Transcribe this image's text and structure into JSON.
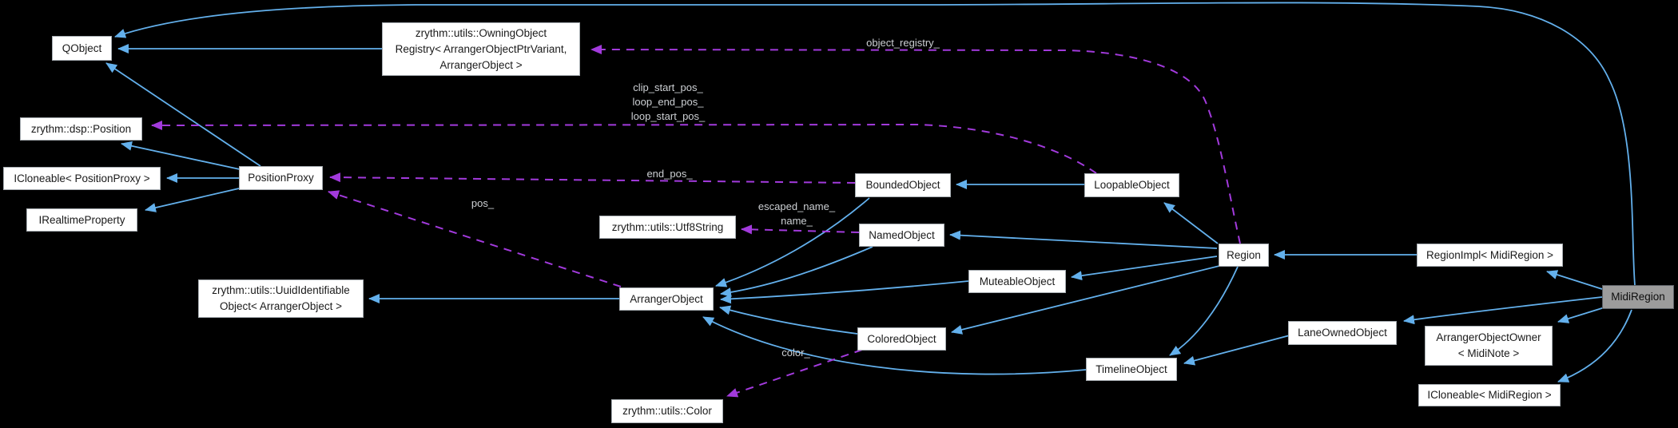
{
  "diagram": {
    "kind": "collaboration-graph",
    "highlighted_node": "MidiRegion",
    "colors": {
      "background": "#000000",
      "node_fill": "#ffffff",
      "node_border": "#a7adb2",
      "node_text": "#1a1a1a",
      "highlight_fill": "#9c9c9c",
      "inheritance_edge": "#63b0ec",
      "usage_edge": "#a23adc",
      "edge_label_text": "#cdd0d4"
    },
    "nodes": [
      {
        "id": "qobject",
        "label": "QObject"
      },
      {
        "id": "owning-object-registry",
        "label": "zrythm::utils::OwningObject\nRegistry< ArrangerObjectPtrVariant,\nArrangerObject >"
      },
      {
        "id": "dsp-position",
        "label": "zrythm::dsp::Position"
      },
      {
        "id": "icloneable-positionproxy",
        "label": "ICloneable< PositionProxy >"
      },
      {
        "id": "irealtimeproperty",
        "label": "IRealtimeProperty"
      },
      {
        "id": "positionproxy",
        "label": "PositionProxy"
      },
      {
        "id": "uuid-identifiable-object",
        "label": "zrythm::utils::UuidIdentifiable\nObject< ArrangerObject >"
      },
      {
        "id": "utf8string",
        "label": "zrythm::utils::Utf8String"
      },
      {
        "id": "arranger-object",
        "label": "ArrangerObject"
      },
      {
        "id": "bounded-object",
        "label": "BoundedObject"
      },
      {
        "id": "named-object",
        "label": "NamedObject"
      },
      {
        "id": "muteable-object",
        "label": "MuteableObject"
      },
      {
        "id": "colored-object",
        "label": "ColoredObject"
      },
      {
        "id": "color",
        "label": "zrythm::utils::Color"
      },
      {
        "id": "loopable-object",
        "label": "LoopableObject"
      },
      {
        "id": "region",
        "label": "Region"
      },
      {
        "id": "timeline-object",
        "label": "TimelineObject"
      },
      {
        "id": "lane-owned-object",
        "label": "LaneOwnedObject"
      },
      {
        "id": "region-impl",
        "label": "RegionImpl< MidiRegion >"
      },
      {
        "id": "midi-region",
        "label": "MidiRegion"
      },
      {
        "id": "arranger-object-owner",
        "label": "ArrangerObjectOwner\n< MidiNote >"
      },
      {
        "id": "icloneable-midiregion",
        "label": "ICloneable< MidiRegion >"
      }
    ],
    "edge_labels": [
      {
        "id": "object-registry",
        "text": "object_registry_"
      },
      {
        "id": "loop-positions",
        "text": "clip_start_pos_\nloop_end_pos_\nloop_start_pos_"
      },
      {
        "id": "end-pos",
        "text": "end_pos_"
      },
      {
        "id": "pos",
        "text": "pos_"
      },
      {
        "id": "names",
        "text": "escaped_name_\nname_"
      },
      {
        "id": "color-member",
        "text": "color_"
      }
    ]
  }
}
